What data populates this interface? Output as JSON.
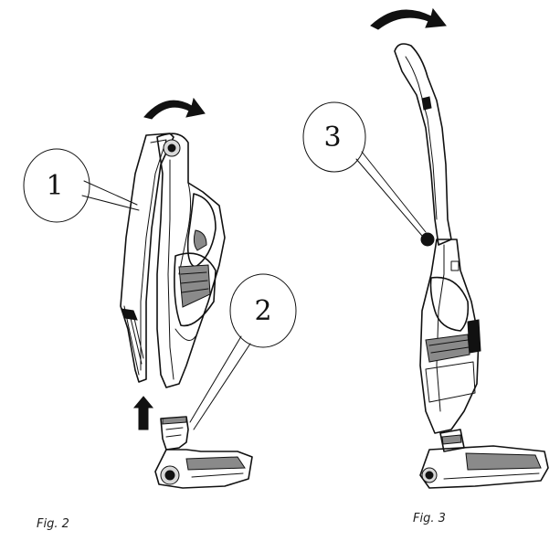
{
  "figures": [
    {
      "caption": "Fig. 2",
      "callouts": [
        "1",
        "2"
      ]
    },
    {
      "caption": "Fig. 3",
      "callouts": [
        "3"
      ]
    }
  ],
  "colors": {
    "line": "#111111",
    "shade": "#8a8a8a",
    "background": "#ffffff"
  },
  "icons": [
    "rotate-arrow-icon",
    "push-up-arrow-icon"
  ]
}
